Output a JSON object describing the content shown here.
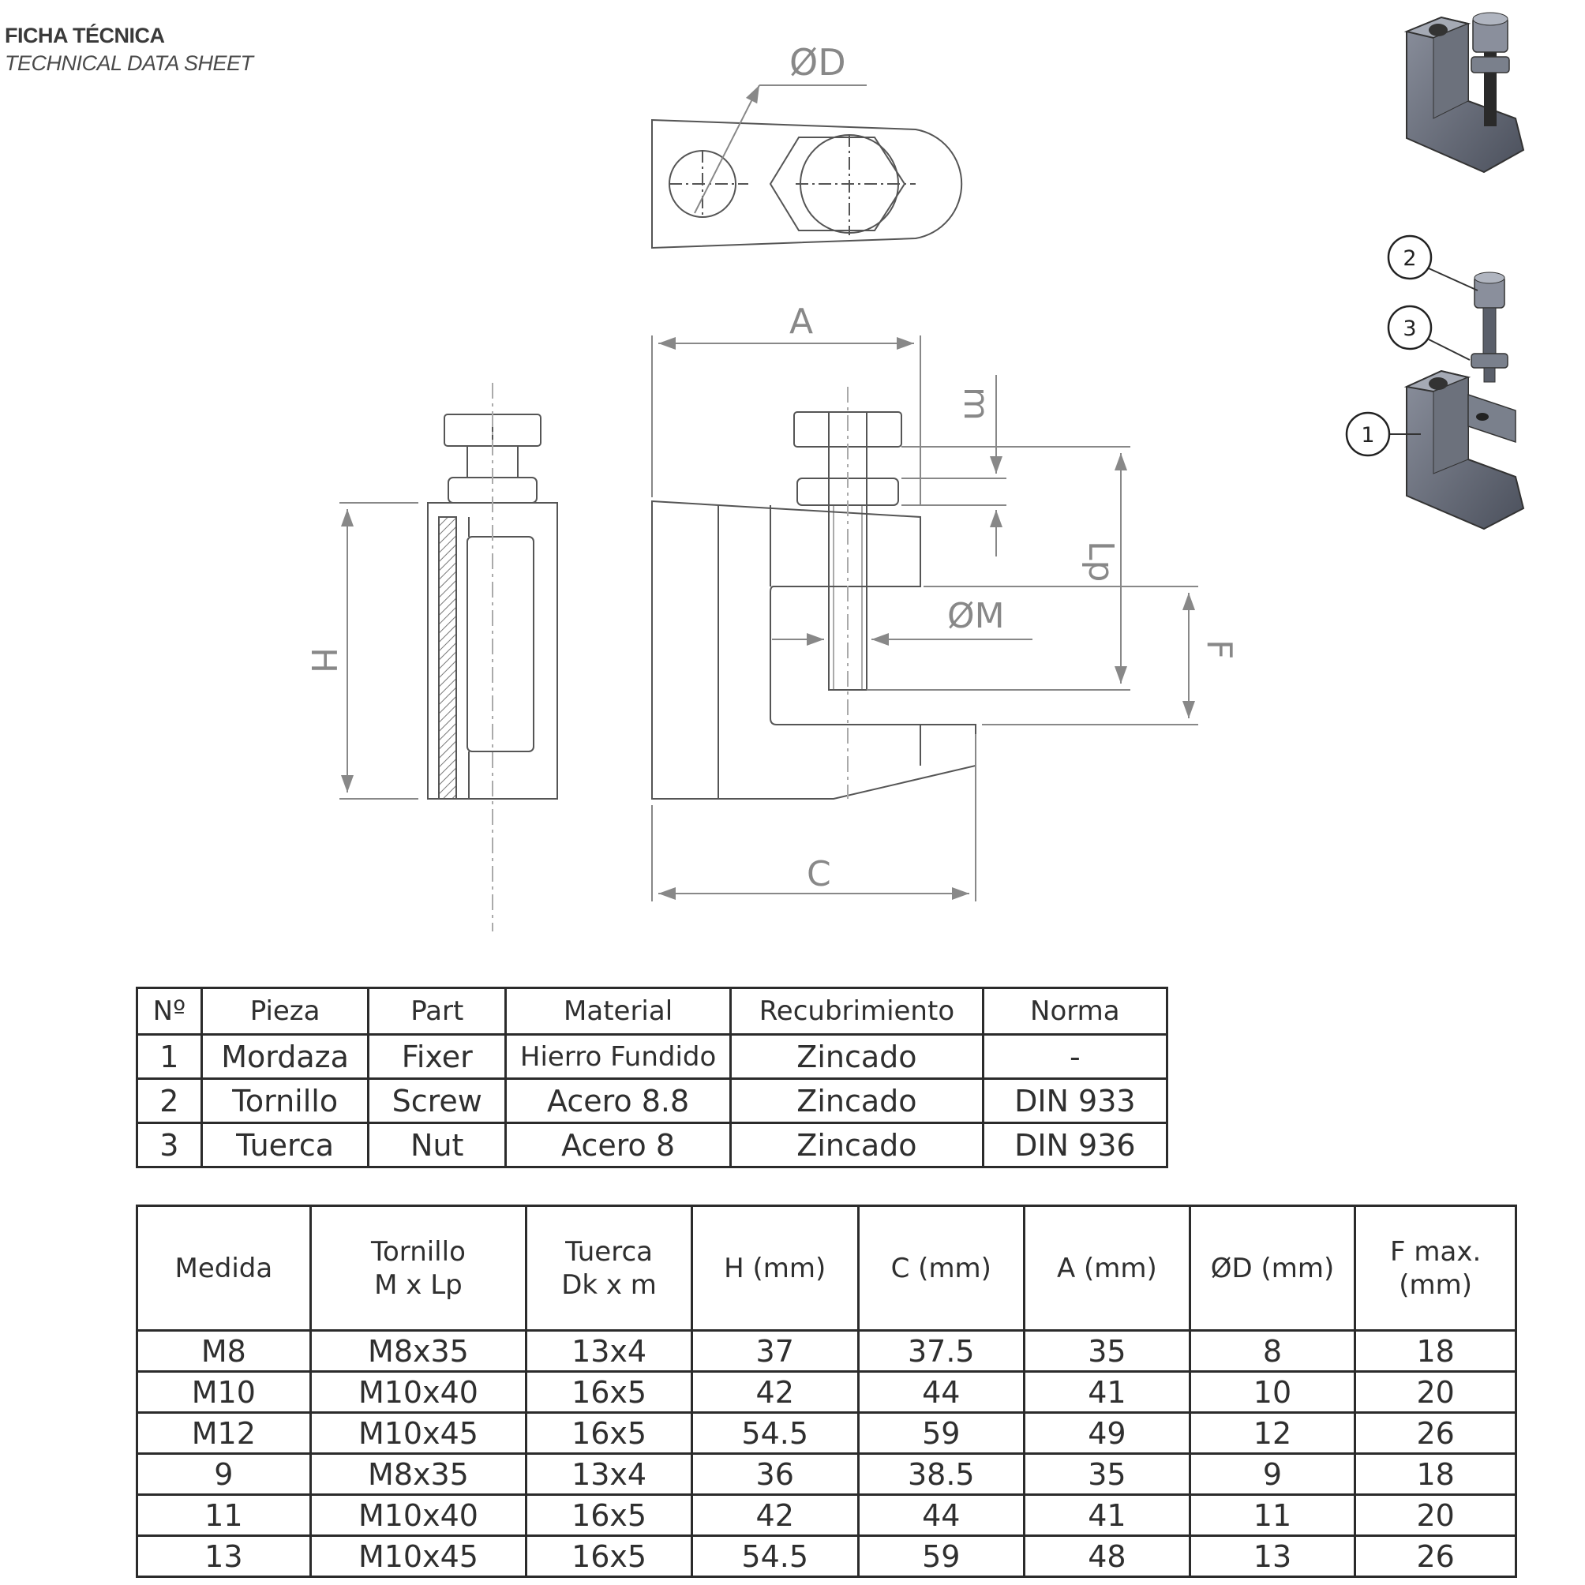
{
  "header": {
    "title": "FICHA TÉCNICA",
    "subtitle": "TECHNICAL DATA SHEET"
  },
  "drawing": {
    "dim_labels": {
      "d": "ØD",
      "a": "A",
      "m": "m",
      "h": "H",
      "lp": "Lp",
      "f": "F",
      "c": "C",
      "thread": "ØM"
    },
    "callouts": [
      "1",
      "2",
      "3"
    ]
  },
  "parts_table": {
    "headers": [
      "Nº",
      "Pieza",
      "Part",
      "Material",
      "Recubrimiento",
      "Norma"
    ],
    "rows": [
      [
        "1",
        "Mordaza",
        "Fixer",
        "Hierro Fundido",
        "Zincado",
        "-"
      ],
      [
        "2",
        "Tornillo",
        "Screw",
        "Acero 8.8",
        "Zincado",
        "DIN 933"
      ],
      [
        "3",
        "Tuerca",
        "Nut",
        "Acero 8",
        "Zincado",
        "DIN 936"
      ]
    ]
  },
  "size_table": {
    "headers": [
      [
        "Medida"
      ],
      [
        "Tornillo",
        "M x Lp"
      ],
      [
        "Tuerca",
        "Dk x m"
      ],
      [
        "H (mm)"
      ],
      [
        "C (mm)"
      ],
      [
        "A (mm)"
      ],
      [
        "ØD (mm)"
      ],
      [
        "F max.",
        "(mm)"
      ]
    ],
    "rows": [
      [
        "M8",
        "M8x35",
        "13x4",
        "37",
        "37.5",
        "35",
        "8",
        "18"
      ],
      [
        "M10",
        "M10x40",
        "16x5",
        "42",
        "44",
        "41",
        "10",
        "20"
      ],
      [
        "M12",
        "M10x45",
        "16x5",
        "54.5",
        "59",
        "49",
        "12",
        "26"
      ],
      [
        "9",
        "M8x35",
        "13x4",
        "36",
        "38.5",
        "35",
        "9",
        "18"
      ],
      [
        "11",
        "M10x40",
        "16x5",
        "42",
        "44",
        "41",
        "11",
        "20"
      ],
      [
        "13",
        "M10x45",
        "16x5",
        "54.5",
        "59",
        "48",
        "13",
        "26"
      ]
    ]
  }
}
